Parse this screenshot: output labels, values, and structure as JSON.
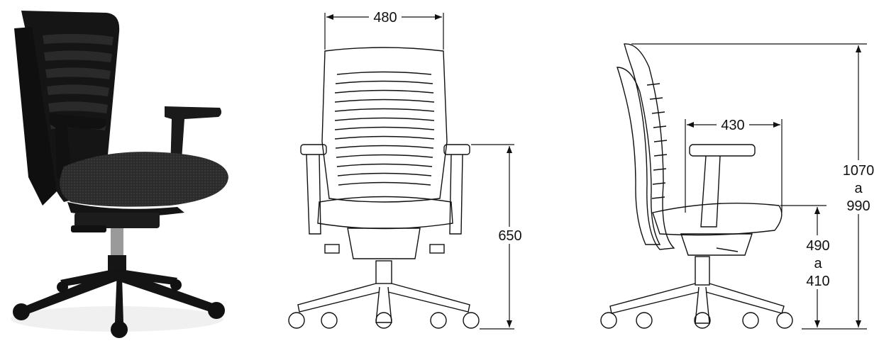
{
  "photo": {
    "icon": "office-chair-photo"
  },
  "front_view": {
    "width_label": "480",
    "seat_height_label": "650"
  },
  "side_view": {
    "depth_label": "430",
    "seat_range_label": [
      "490",
      "a",
      "410"
    ],
    "total_range_label": [
      "1070",
      "a",
      "990"
    ]
  },
  "colors": {
    "line": "#111111",
    "chair_black": "#1b1b1b",
    "seat_fabric": "#2e2e2e",
    "background": "#ffffff"
  }
}
